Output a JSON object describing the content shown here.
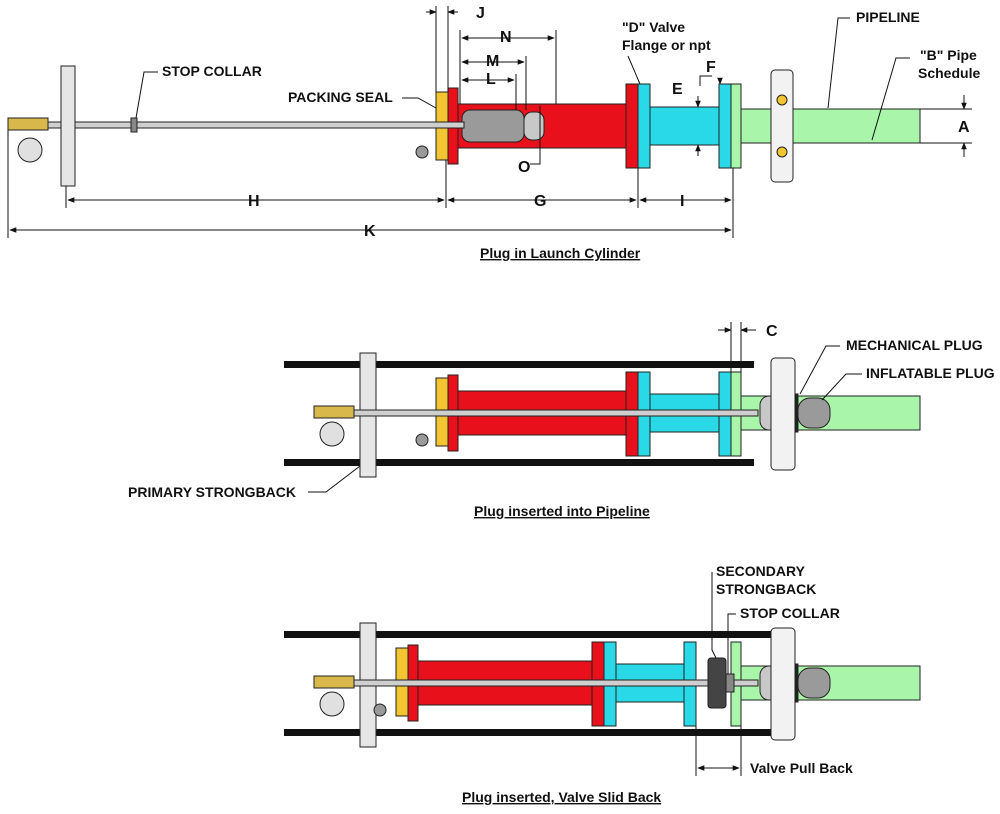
{
  "colors": {
    "cylinder_red": "#e8101a",
    "spool_cyan": "#29d9e8",
    "pipe_green": "#a9f5a9",
    "flange_yellow": "#f2c531",
    "strongback": "#111111",
    "plug_gray": "#9a9a9a"
  },
  "section1": {
    "caption": "Plug in Launch Cylinder",
    "labels": {
      "stop_collar": "STOP COLLAR",
      "packing_seal": "PACKING SEAL",
      "valve": "\"D\" Valve\nFlange or npt",
      "pipeline": "PIPELINE",
      "pipe_schedule": "\"B\" Pipe\nSchedule"
    },
    "dims": {
      "J": "J",
      "N": "N",
      "M": "M",
      "L": "L",
      "O": "O",
      "E": "E",
      "F": "F",
      "A": "A",
      "H": "H",
      "G": "G",
      "I": "I",
      "K": "K"
    }
  },
  "section2": {
    "caption": "Plug inserted into Pipeline",
    "labels": {
      "mechanical_plug": "MECHANICAL PLUG",
      "inflatable_plug": "INFLATABLE PLUG",
      "primary_strongback": "PRIMARY STRONGBACK"
    },
    "dims": {
      "C": "C"
    }
  },
  "section3": {
    "caption": "Plug inserted, Valve Slid Back",
    "labels": {
      "secondary_strongback": "SECONDARY\nSTRONGBACK",
      "stop_collar": "STOP COLLAR",
      "valve_pull_back": "Valve Pull Back"
    }
  }
}
